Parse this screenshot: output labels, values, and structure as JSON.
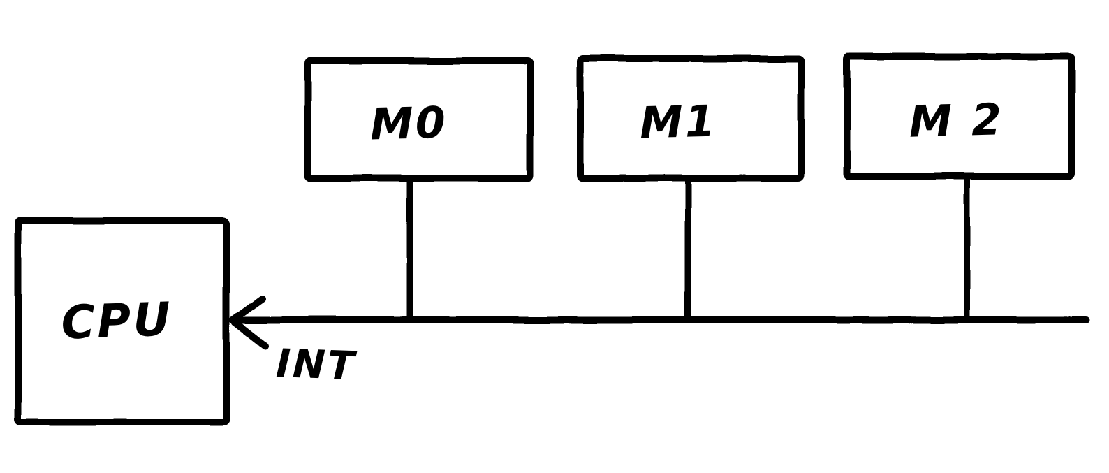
{
  "canvas": {
    "background_color": "#ffffff",
    "ink_color": "#000000",
    "style": "hand-drawn sketch"
  },
  "diagram": {
    "type": "block-diagram",
    "description": "CPU connected to modules M0, M1, M2 via a shared interrupt line INT",
    "nodes": [
      {
        "id": "cpu",
        "label": "CPU",
        "shape": "square"
      },
      {
        "id": "m0",
        "label": "M0",
        "shape": "rectangle"
      },
      {
        "id": "m1",
        "label": "M1",
        "shape": "rectangle"
      },
      {
        "id": "m2",
        "label": "M 2",
        "shape": "rectangle"
      }
    ],
    "bus": {
      "label": "INT",
      "arrow_direction": "left-into-cpu",
      "connected_nodes": [
        "m0",
        "m1",
        "m2"
      ],
      "target_node": "cpu"
    }
  }
}
